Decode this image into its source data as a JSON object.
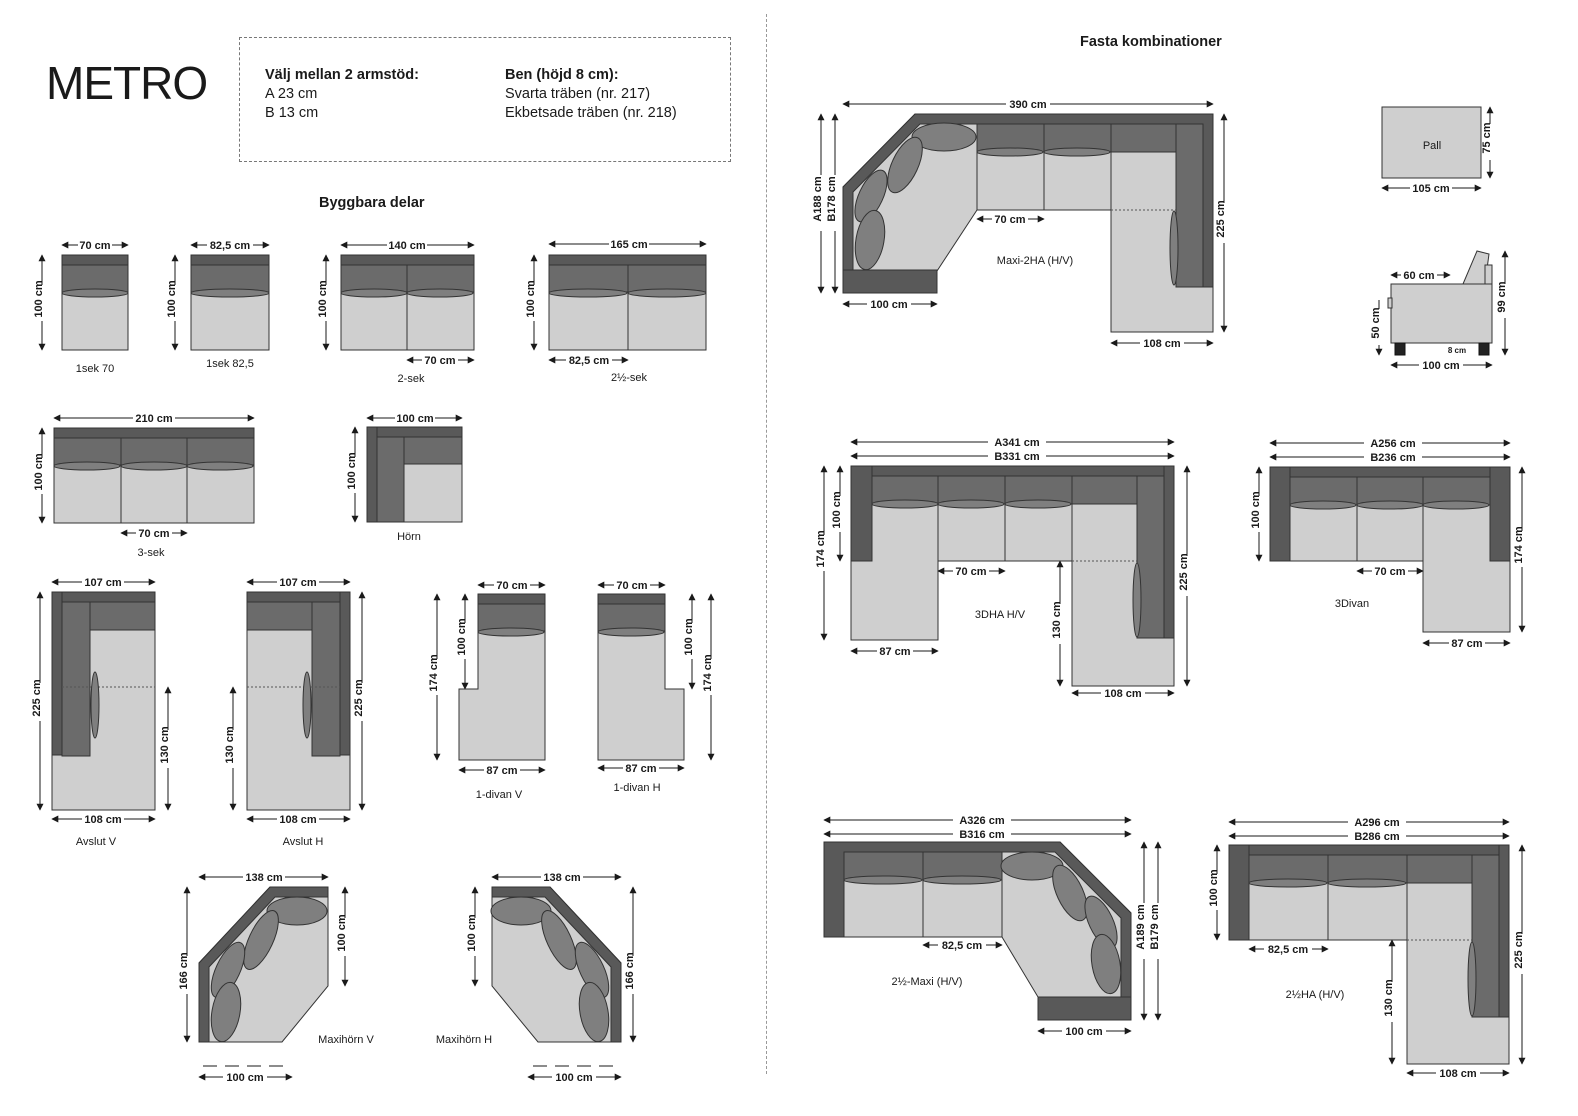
{
  "brand": "METRO",
  "armrests": {
    "heading": "Välj mellan 2 armstöd:",
    "option_a": "A 23 cm",
    "option_b": "B 13 cm"
  },
  "legs": {
    "heading": "Ben (höjd 8 cm):",
    "option_1": "Svarta träben (nr. 217)",
    "option_2": "Ekbetsade träben (nr. 218)"
  },
  "sections": {
    "buildable": "Byggbara delar",
    "fixed": "Fasta kombinationer"
  },
  "colors": {
    "armrest": "#595959",
    "back": "#6b6b6b",
    "seat": "#cfcfcf",
    "cushion": "#7f7f7f",
    "outline": "#333333"
  },
  "parts": {
    "sek70": {
      "label": "1sek 70",
      "width": "70 cm",
      "depth": "100 cm"
    },
    "sek825": {
      "label": "1sek 82,5",
      "width": "82,5 cm",
      "depth": "100 cm"
    },
    "sek2": {
      "label": "2-sek",
      "width": "140 cm",
      "depth": "100 cm",
      "seat": "70 cm"
    },
    "sek25": {
      "label": "2½-sek",
      "width": "165 cm",
      "depth": "100 cm",
      "seat": "82,5 cm"
    },
    "sek3": {
      "label": "3-sek",
      "width": "210 cm",
      "depth": "100 cm",
      "seat": "70 cm"
    },
    "corner": {
      "label": "Hörn",
      "width": "100 cm",
      "depth": "100 cm"
    },
    "endV": {
      "label": "Avslut V",
      "width": "107 cm",
      "depth": "225 cm",
      "lounge": "130 cm",
      "bottom": "108 cm"
    },
    "endH": {
      "label": "Avslut H",
      "width": "107 cm",
      "depth": "225 cm",
      "lounge": "130 cm",
      "bottom": "108 cm"
    },
    "divanV": {
      "label": "1-divan V",
      "width": "70 cm",
      "back": "100 cm",
      "depth": "174 cm",
      "bottom": "87 cm"
    },
    "divanH": {
      "label": "1-divan H",
      "width": "70 cm",
      "back": "100 cm",
      "depth": "174 cm",
      "bottom": "87 cm"
    },
    "maxiV": {
      "label": "Maxihörn V",
      "width": "138 cm",
      "depth": "166 cm",
      "side": "100 cm",
      "bottom": "100 cm"
    },
    "maxiH": {
      "label": "Maxihörn H",
      "width": "138 cm",
      "depth": "166 cm",
      "side": "100 cm",
      "bottom": "100 cm"
    }
  },
  "combos": {
    "maxi2ha": {
      "label": "Maxi-2HA (H/V)",
      "width": "390 cm",
      "depthA": "A188 cm",
      "depthB": "B178 cm",
      "seat": "70 cm",
      "bottom": "100 cm",
      "right": "225 cm",
      "rightBottom": "108 cm"
    },
    "pall": {
      "label": "Pall",
      "width": "105 cm",
      "depth": "75 cm"
    },
    "side": {
      "width": "60 cm",
      "height": "99 cm",
      "seatHeight": "50 cm",
      "leg": "8 cm",
      "depth": "100 cm"
    },
    "d3ha": {
      "label": "3DHA H/V",
      "widthA": "A341 cm",
      "widthB": "B331 cm",
      "back": "100 cm",
      "left": "174 cm",
      "seat": "70 cm",
      "bottomLeft": "87 cm",
      "lounge": "130 cm",
      "right": "225 cm",
      "bottomRight": "108 cm"
    },
    "d3divan": {
      "label": "3Divan",
      "widthA": "A256 cm",
      "widthB": "B236 cm",
      "back": "100 cm",
      "seat": "70 cm",
      "right": "174 cm",
      "bottom": "87 cm"
    },
    "maxi25": {
      "label": "2½-Maxi (H/V)",
      "widthA": "A326 cm",
      "widthB": "B316 cm",
      "seat": "82,5 cm",
      "depthA": "A189 cm",
      "depthB": "B179 cm",
      "bottom": "100 cm"
    },
    "ha25": {
      "label": "2½HA (H/V)",
      "widthA": "A296 cm",
      "widthB": "B286 cm",
      "back": "100 cm",
      "seat": "82,5 cm",
      "lounge": "130 cm",
      "right": "225 cm",
      "bottom": "108 cm"
    }
  }
}
